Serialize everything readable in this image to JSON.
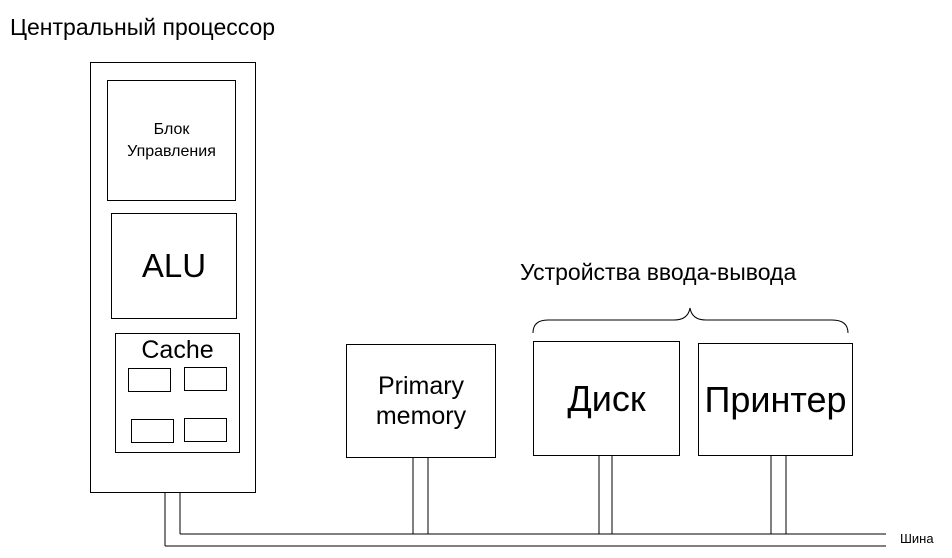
{
  "title": "Центральный процессор",
  "cpu": {
    "control_unit_label": "Блок\nУправления",
    "alu_label": "ALU",
    "cache_label": "Cache"
  },
  "primary_memory_label": "Primary\nmemory",
  "io_group_label": "Устройства ввода-вывода",
  "disk_label": "Диск",
  "printer_label": "Принтер",
  "bus_label": "Шина",
  "colors": {
    "stroke": "#000000",
    "background": "#ffffff"
  }
}
